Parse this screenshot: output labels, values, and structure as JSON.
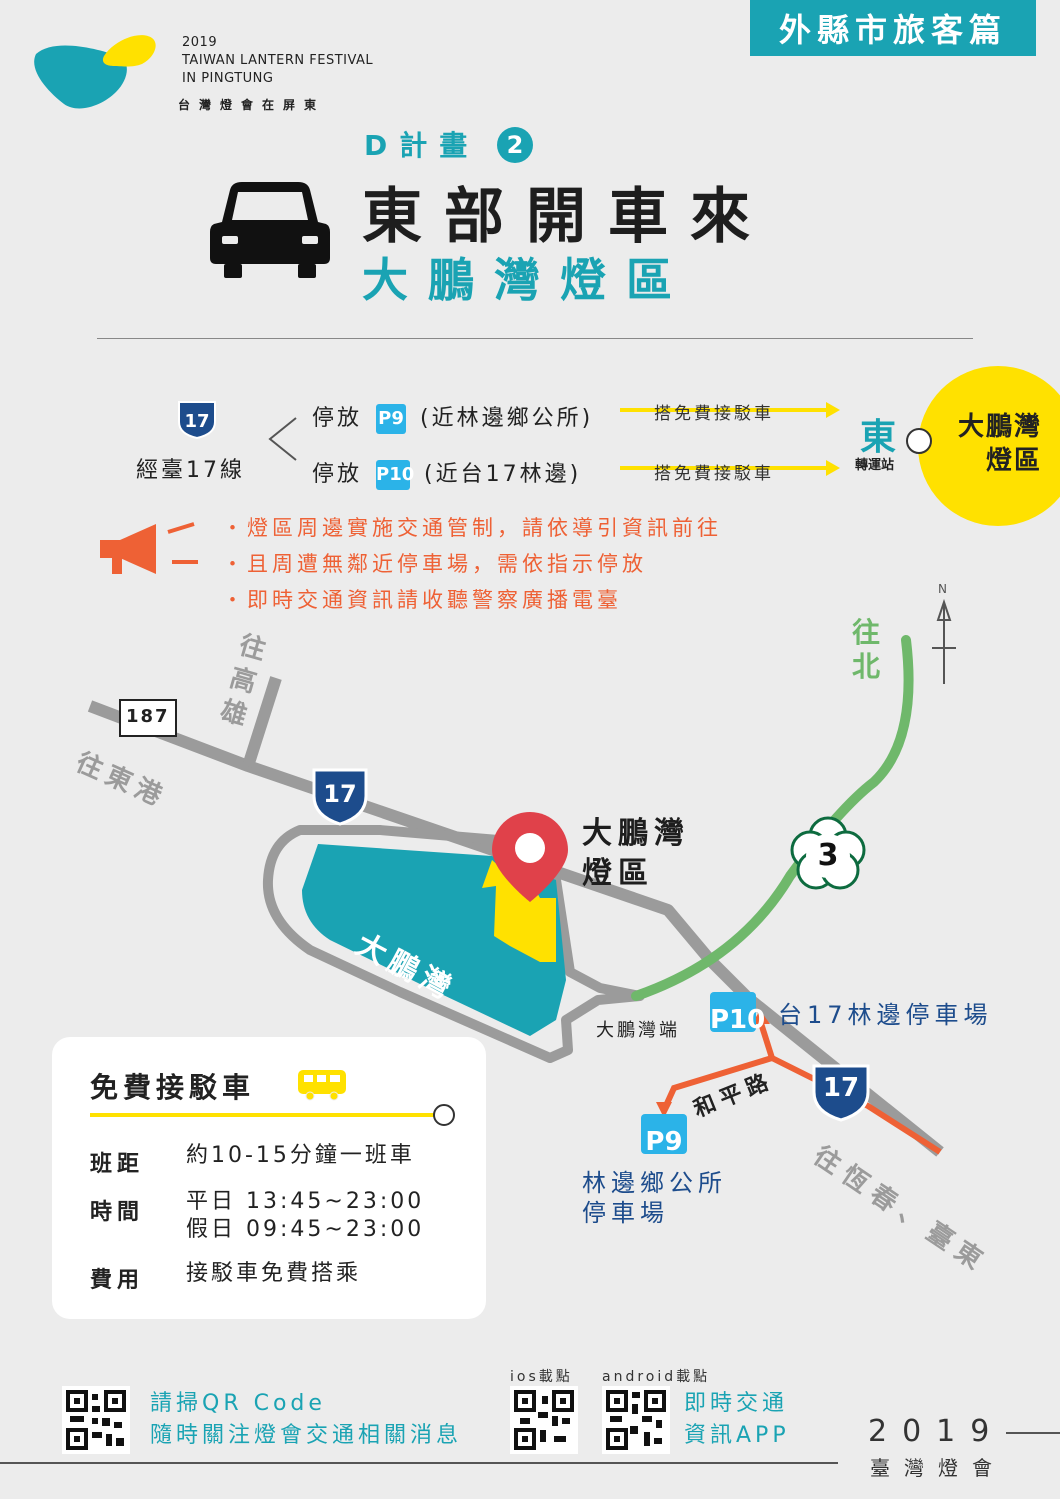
{
  "header": {
    "tag": "外縣市旅客篇",
    "logo_lines": [
      "2019",
      "TAIWAN LANTERN FESTIVAL",
      "IN PINGTUNG"
    ],
    "logo_cn": "台灣燈會在屏東",
    "plan_label": "D計畫",
    "plan_number": "2",
    "title": "東部開車來",
    "subtitle": "大鵬灣燈區"
  },
  "route": {
    "highway_badge": "17",
    "highway_label": "經臺17線",
    "rows": [
      {
        "prefix": "停放",
        "badge": "P9",
        "note": "(近林邊鄉公所)",
        "arrow_label": "搭免費接駁車"
      },
      {
        "prefix": "停放",
        "badge": "P10",
        "note": "(近台17林邊)",
        "arrow_label": "搭免費接駁車"
      }
    ],
    "station_char": "東",
    "station_label": "轉運站",
    "destination": [
      "大鵬灣",
      "燈區"
    ]
  },
  "notices": [
    "・燈區周邊實施交通管制，請依導引資訊前往",
    "・且周遭無鄰近停車場，需依指示停放",
    "・即時交通資訊請收聽警察廣播電臺"
  ],
  "map": {
    "north": "N",
    "to_north": [
      "往",
      "北"
    ],
    "to_kaohsiung": [
      "往",
      "高",
      "雄"
    ],
    "road_187": "187",
    "to_donggang": "往東港",
    "badge_17_a": "17",
    "badge_17_b": "17",
    "badge_3": "3",
    "venue": [
      "大鵬灣",
      "燈區"
    ],
    "bay": "大鵬灣",
    "bay_end": "大鵬灣端",
    "p10": "P10",
    "p10_label": "台17林邊停車場",
    "p9": "P9",
    "p9_label": [
      "林邊鄉公所",
      "停車場"
    ],
    "road_heping": "和平路",
    "to_hengchun": "往恆春、臺東"
  },
  "shuttle": {
    "title": "免費接駁車",
    "rows": [
      {
        "key": "班距",
        "values": [
          "約10-15分鐘一班車"
        ]
      },
      {
        "key": "時間",
        "values": [
          "平日 13:45~23:00",
          "假日 09:45~23:00"
        ]
      },
      {
        "key": "費用",
        "values": [
          "接駁車免費搭乘"
        ]
      }
    ]
  },
  "footer": {
    "qr_text": [
      "請掃QR Code",
      "隨時關注燈會交通相關消息"
    ],
    "ios_label": "ios載點",
    "android_label": "android載點",
    "app_text": [
      "即時交通",
      "資訊APP"
    ],
    "year": "2019",
    "year_cn": "臺灣燈會"
  },
  "colors": {
    "teal": "#1aa3b3",
    "yellow": "#ffe100",
    "orange": "#ee6135",
    "navy": "#1d4c8c",
    "blue_badge": "#2bb3e8",
    "green_road": "#6fb86b",
    "red_pin": "#e0414a"
  }
}
